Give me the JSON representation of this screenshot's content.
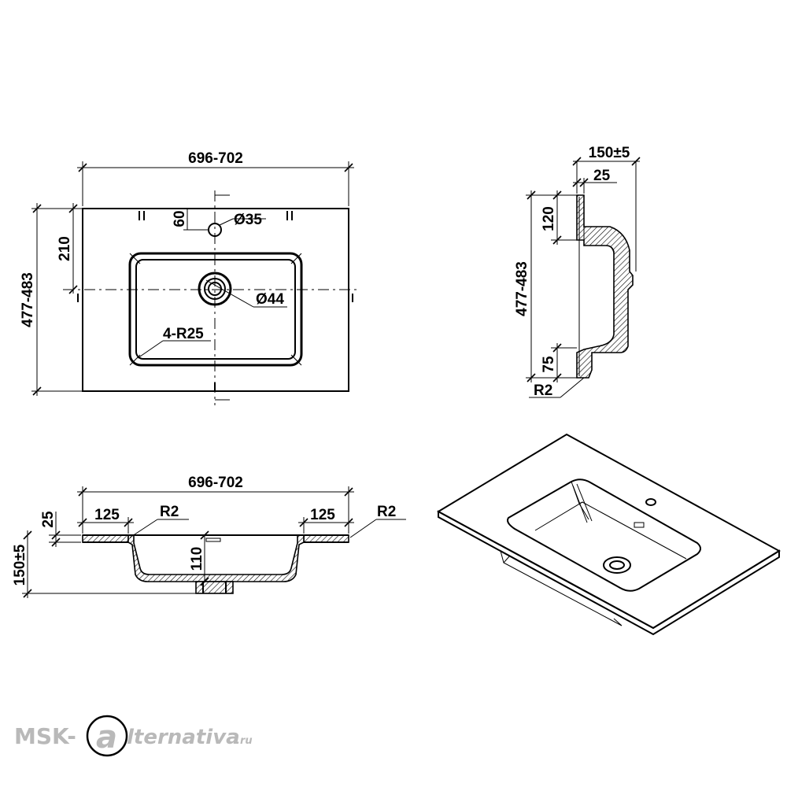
{
  "views": {
    "top": {
      "width_label": "696-702",
      "depth_label": "477-483",
      "hole_offset_label": "210",
      "hole_edge_label": "60",
      "tap_hole_label": "Ø35",
      "drain_label": "Ø44",
      "corner_radius_label": "4-R25"
    },
    "side": {
      "height_label": "150±5",
      "top_thickness_label": "25",
      "back_label": "120",
      "depth_label": "477-483",
      "front_label": "75",
      "edge_radius_label": "R2"
    },
    "front": {
      "width_label": "696-702",
      "top_thickness_label": "25",
      "left_margin_label": "125",
      "right_margin_label": "125",
      "left_radius_label": "R2",
      "right_radius_label": "R2",
      "bowl_depth_label": "110",
      "height_label": "150±5"
    }
  },
  "watermark": {
    "prefix": "MSK-",
    "mark": "a",
    "rest": "lternativa",
    "suffix": ".ru"
  }
}
